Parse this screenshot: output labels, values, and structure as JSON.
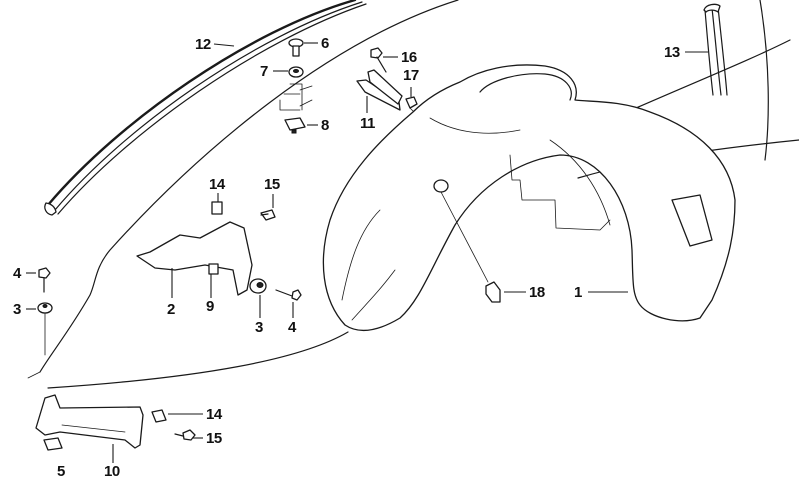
{
  "diagram": {
    "title": "Wheel arch liner / front fender trim parts",
    "callouts": [
      {
        "id": "c1",
        "label": "1",
        "part": "wheel-arch-liner"
      },
      {
        "id": "c2",
        "label": "2",
        "part": "upper-bracket"
      },
      {
        "id": "c3a",
        "label": "3",
        "part": "rubber-grommet-left"
      },
      {
        "id": "c3b",
        "label": "3",
        "part": "rubber-grommet-right"
      },
      {
        "id": "c4a",
        "label": "4",
        "part": "screw-left"
      },
      {
        "id": "c4b",
        "label": "4",
        "part": "screw-right"
      },
      {
        "id": "c5",
        "label": "5",
        "part": "clip-nut-lower"
      },
      {
        "id": "c6",
        "label": "6",
        "part": "expanding-rivet"
      },
      {
        "id": "c7",
        "label": "7",
        "part": "washer"
      },
      {
        "id": "c8",
        "label": "8",
        "part": "clip-nut"
      },
      {
        "id": "c9",
        "label": "9",
        "part": "nut-clip"
      },
      {
        "id": "c10",
        "label": "10",
        "part": "lower-bracket"
      },
      {
        "id": "c11",
        "label": "11",
        "part": "holder"
      },
      {
        "id": "c12",
        "label": "12",
        "part": "edge-protection-strip"
      },
      {
        "id": "c13",
        "label": "13",
        "part": "seal-strip"
      },
      {
        "id": "c14a",
        "label": "14",
        "part": "clip-nut-upper"
      },
      {
        "id": "c14b",
        "label": "14",
        "part": "clip-nut-lower-right"
      },
      {
        "id": "c15a",
        "label": "15",
        "part": "bolt-upper"
      },
      {
        "id": "c15b",
        "label": "15",
        "part": "bolt-lower"
      },
      {
        "id": "c16",
        "label": "16",
        "part": "self-tapping-screw"
      },
      {
        "id": "c17",
        "label": "17",
        "part": "clip"
      },
      {
        "id": "c18",
        "label": "18",
        "part": "plastic-clip"
      }
    ],
    "colors": {
      "line": "#1a1a1a",
      "background": "#ffffff"
    }
  }
}
